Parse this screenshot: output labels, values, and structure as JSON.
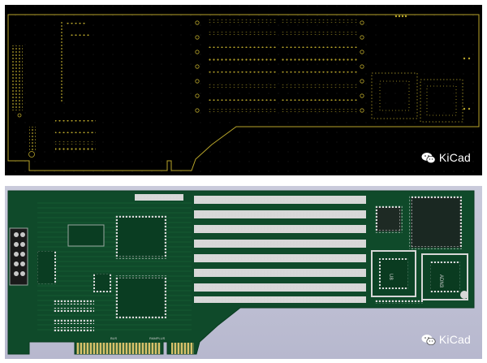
{
  "panels": {
    "top": {
      "label": "pcb-layout-view"
    },
    "bottom": {
      "label": "pcb-3d-render-view"
    }
  },
  "watermark": {
    "text": "KiCad",
    "icon": "wechat-icon"
  },
  "board_labels": {
    "edge_left": "BUS",
    "edge_right": "RAMPLUS",
    "chip1": "U8",
    "chip2": "ADN3"
  },
  "colors": {
    "board_green": "#0f4a2a",
    "copper_outline": "#b8a52a",
    "pad_yellow": "#c9b43a",
    "bus_gray": "#d7d7d7"
  }
}
